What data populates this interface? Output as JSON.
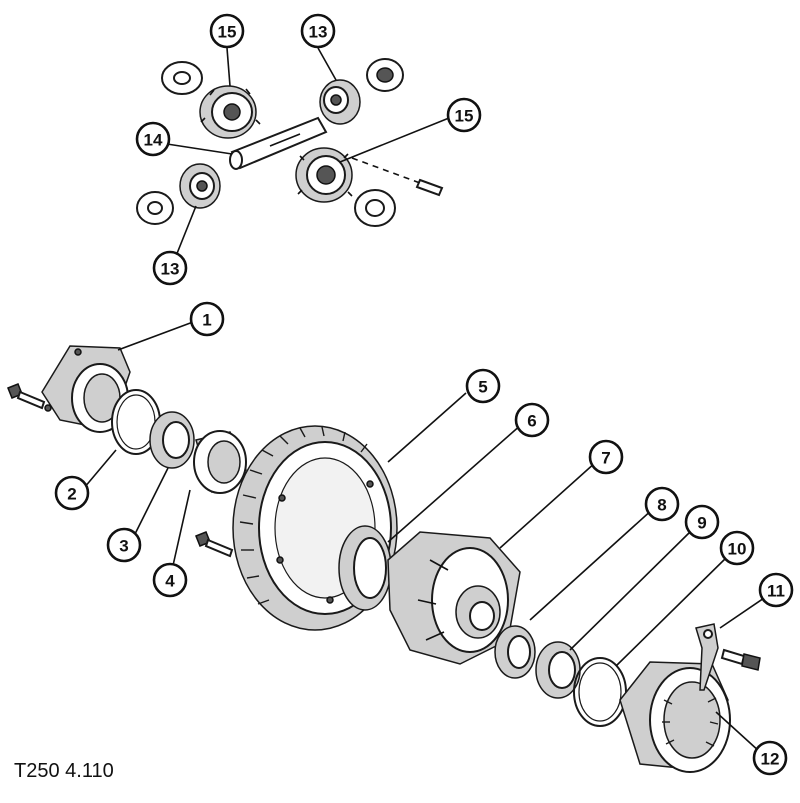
{
  "figure": {
    "code": "T250 4.110"
  },
  "callouts": [
    {
      "id": "c1",
      "label": "1"
    },
    {
      "id": "c2",
      "label": "2"
    },
    {
      "id": "c3",
      "label": "3"
    },
    {
      "id": "c4",
      "label": "4"
    },
    {
      "id": "c5",
      "label": "5"
    },
    {
      "id": "c6",
      "label": "6"
    },
    {
      "id": "c7",
      "label": "7"
    },
    {
      "id": "c8",
      "label": "8"
    },
    {
      "id": "c9",
      "label": "9"
    },
    {
      "id": "c10",
      "label": "10"
    },
    {
      "id": "c11",
      "label": "11"
    },
    {
      "id": "c12",
      "label": "12"
    },
    {
      "id": "c13a",
      "label": "13"
    },
    {
      "id": "c13b",
      "label": "13"
    },
    {
      "id": "c14",
      "label": "14"
    },
    {
      "id": "c15a",
      "label": "15"
    },
    {
      "id": "c15b",
      "label": "15"
    }
  ]
}
